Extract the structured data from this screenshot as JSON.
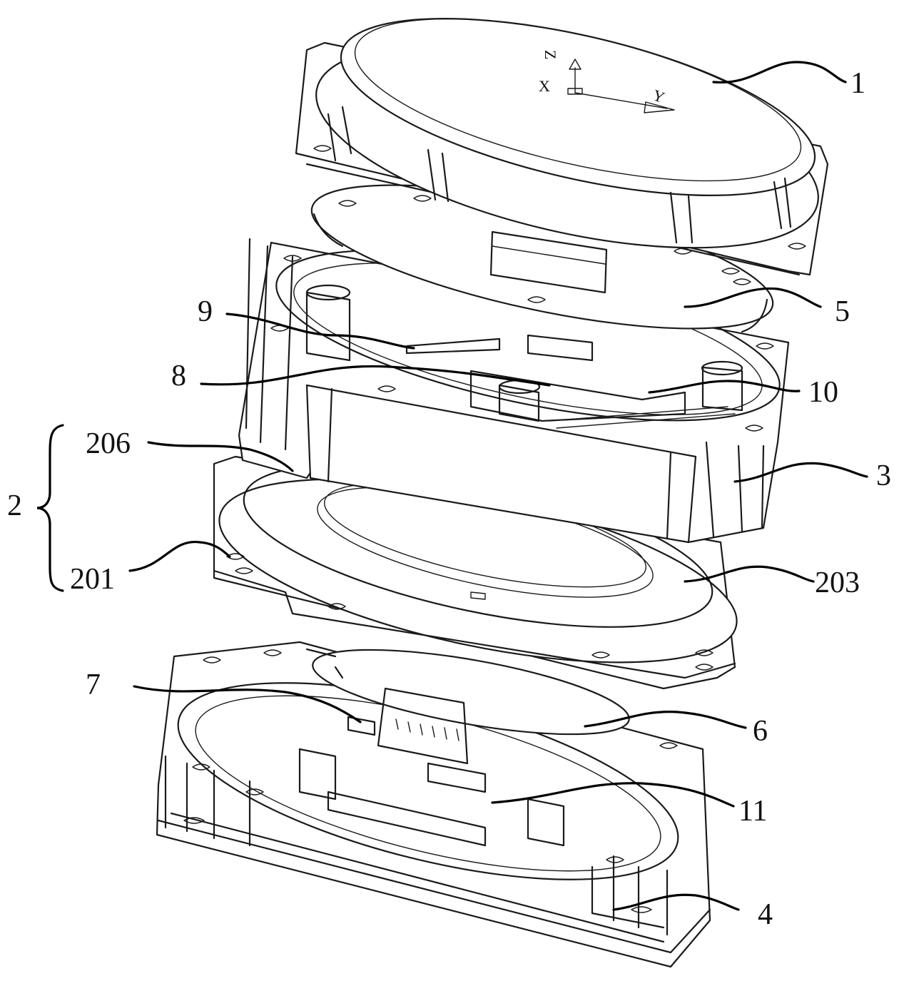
{
  "axes": {
    "z": "Z",
    "x": "X",
    "y": "Y"
  },
  "labels": {
    "1": "1",
    "5": "5",
    "9": "9",
    "8": "8",
    "10": "10",
    "2": "2",
    "206": "206",
    "3": "3",
    "201": "201",
    "203": "203",
    "7": "7",
    "6": "6",
    "11": "11",
    "4": "4"
  }
}
